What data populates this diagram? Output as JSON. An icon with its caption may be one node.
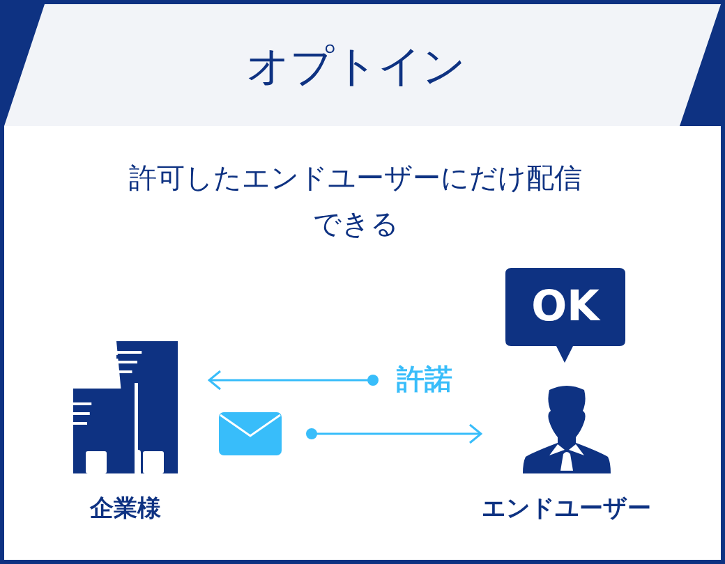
{
  "diagram": {
    "title": "オプトイン",
    "nodes": [
      {
        "text": [
          "企業様"
        ]
      },
      {
        "text": [
          "エンドユーザー"
        ]
      },
      {
        "text": [
          "OK"
        ]
      }
    ],
    "edges": [
      {
        "from": null,
        "to": 0,
        "arrow": "to",
        "label": "許諾"
      },
      {
        "from": null,
        "to": 1,
        "arrow": "to"
      }
    ],
    "labels": [
      "許可したエンドユーザーにだけ配信できる"
    ]
  }
}
